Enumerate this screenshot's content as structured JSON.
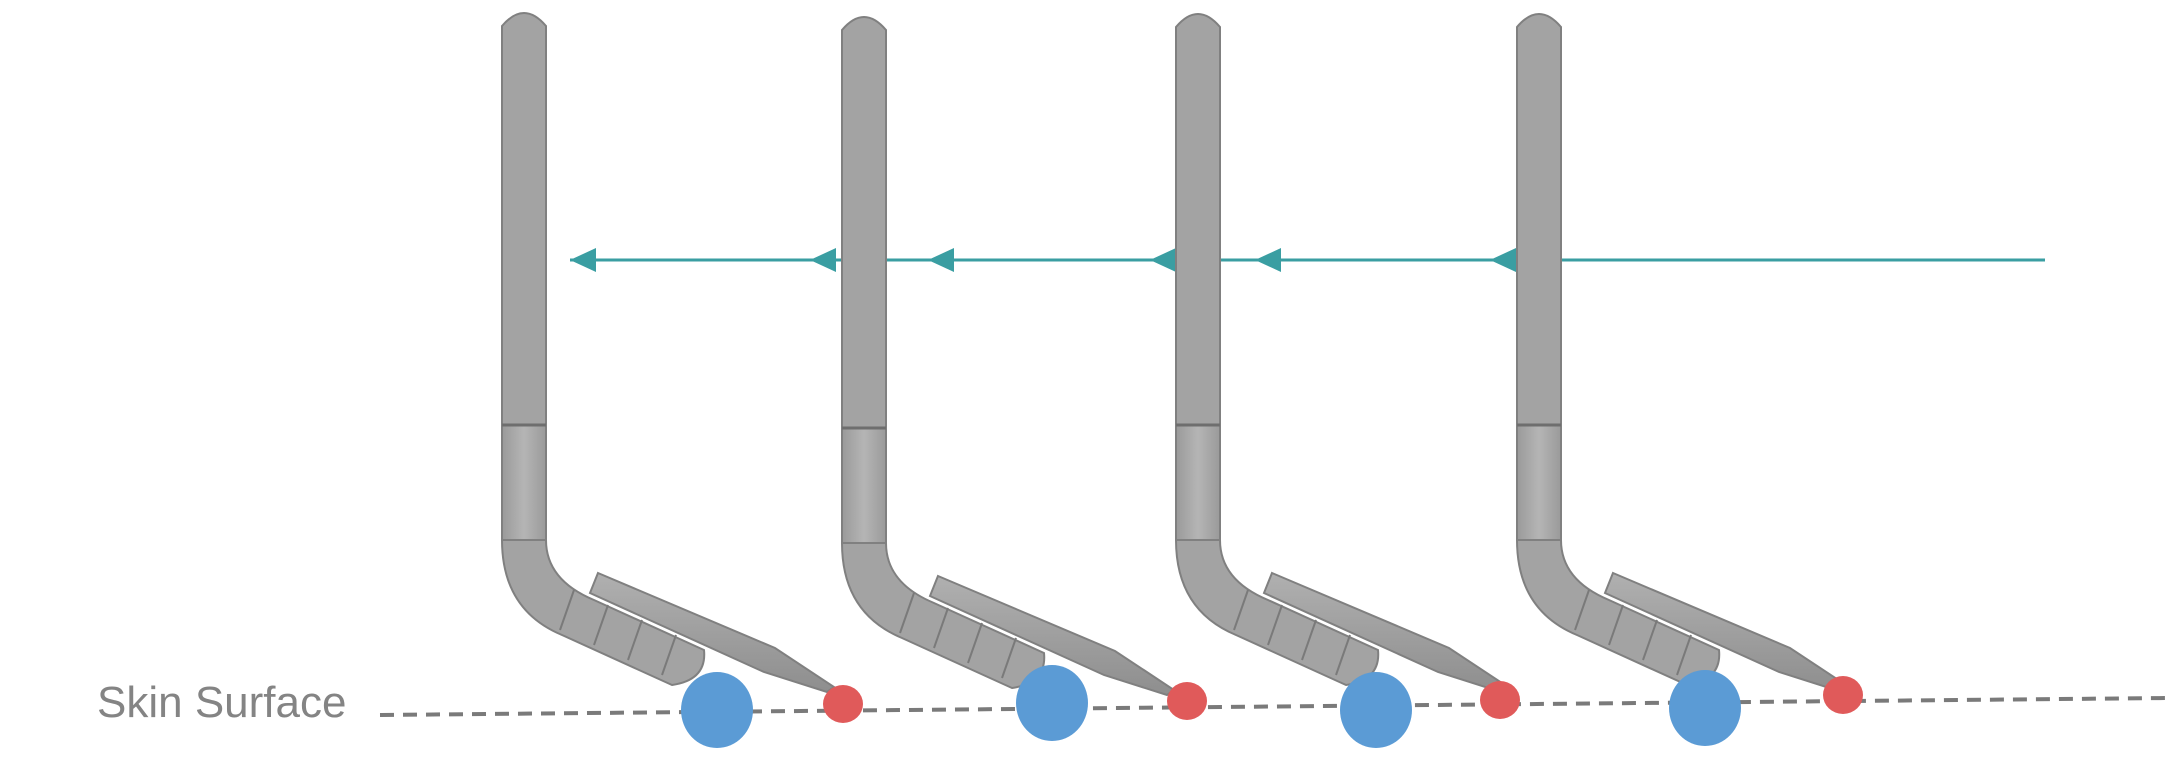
{
  "labels": {
    "skin_surface": "Skin Surface"
  },
  "colors": {
    "arm_fill": "#a3a3a3",
    "arm_edge": "#808080",
    "arm_dark": "#8c8c8c",
    "direction_arrow": "#3a9ea2",
    "blue_contact": "#5b9bd5",
    "red_contact": "#e05a5a",
    "skin_line": "#7a7a7a"
  },
  "diagram": {
    "instrument_count": 4,
    "arrow_direction": "left"
  }
}
